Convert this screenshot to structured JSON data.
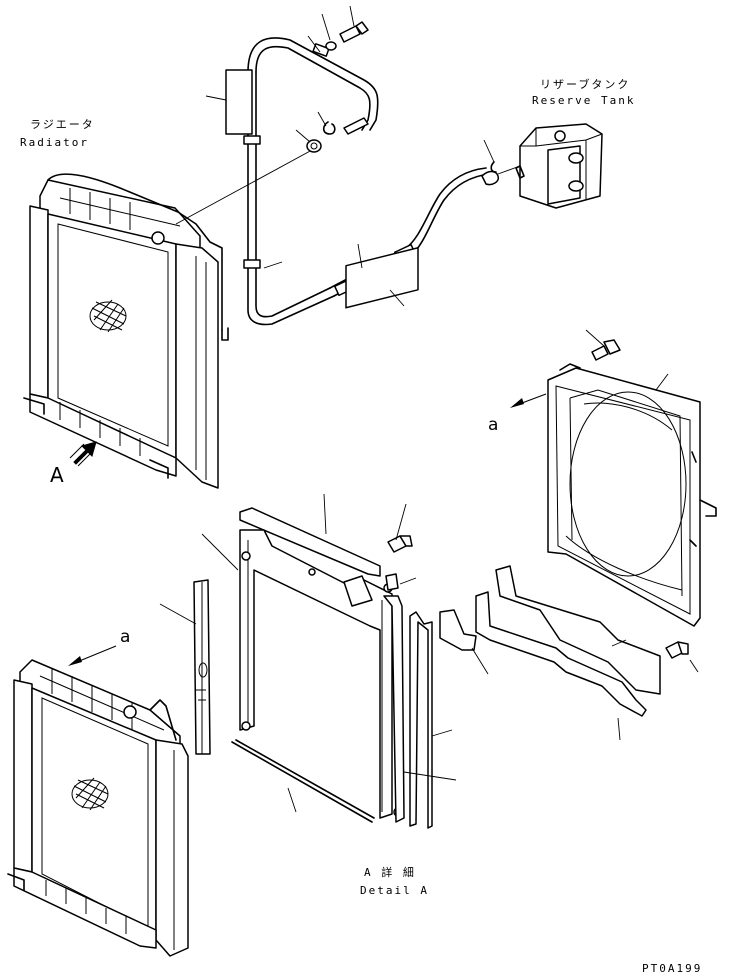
{
  "labels": {
    "radiator_jp": "ラジエータ",
    "radiator_en": "Radiator",
    "reserve_tank_jp": "リザーブタンク",
    "reserve_tank_en": "Reserve Tank",
    "view_a": "A",
    "arrow_a_upper": "a",
    "arrow_a_lower": "a",
    "detail_jp": "A 詳 細",
    "detail_en": "Detail A",
    "drawing_code": "PT0A199"
  },
  "colors": {
    "line": "#000000",
    "background": "#ffffff"
  }
}
